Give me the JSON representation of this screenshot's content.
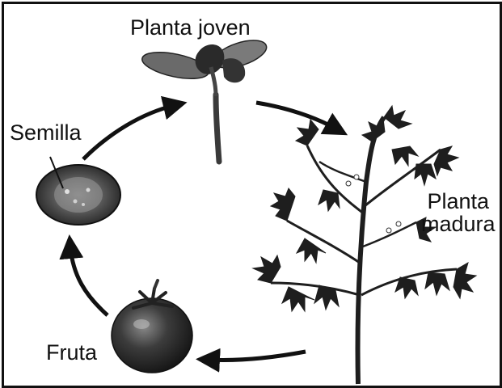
{
  "diagram": {
    "labels": {
      "young_plant": "Planta joven",
      "seed": "Semilla",
      "mature_plant_line1": "Planta",
      "mature_plant_line2": "madura",
      "fruit": "Fruta"
    },
    "colors": {
      "ink": "#111111",
      "tomato_dark": "#2a2a2a",
      "tomato_mid": "#555555",
      "leaf": "#1e1e1e"
    }
  }
}
